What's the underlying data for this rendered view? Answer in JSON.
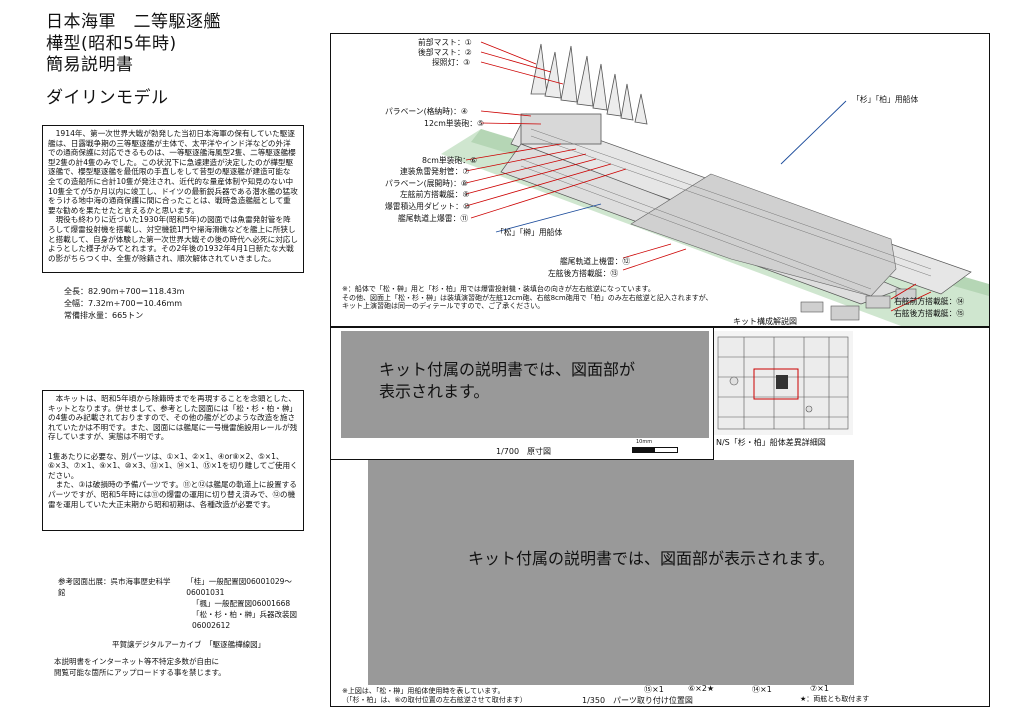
{
  "header": {
    "title_line1": "日本海軍　二等駆逐艦",
    "title_line2": "樺型(昭和5年時)",
    "title_line3": "簡易説明書",
    "brand": "ダイリンモデル"
  },
  "history_text": "　1914年、第一次世界大戦が勃発した当初日本海軍の保有していた駆逐艦は、日露戦争期の三等駆逐艦が主体で、太平洋やインド洋などの外洋での通商保護に対応できるものは、一等駆逐艦海風型2隻、二等駆逐艦櫻型2隻の計4隻のみでした。この状況下に急遽建造が決定したのが樺型駆逐艦で、櫻型駆逐艦を最低限の手直しをして昔型の駆逐艦が建造可能な全ての造船所に合計10隻が発注され、近代的な量産体制や知見のない中10隻全てが5か月以内に竣工し、ドイツの最新鋭兵器である潜水艦の猛攻をうける地中海の通商保護に間に合ったことは、戦時急造艦艇として重要な勧めを果たせたと言えるかと思います。\n　現役も終わりに近づいた1930年(昭和5年)の図面では魚雷発射管を降ろして爆雷投射機を搭載し、対空機銃1門や掃海滑礁などを艦上に所狭しと搭載して、自身が体験した第一次世界大戦その後の時代へ必死に対応しようとした様子がみてとれます。その2年後の1932年4月1日新たな大戦の影がちらつく中、全隻が除籍され、順次解体されていきました。",
  "specs": {
    "length": "全長：82.90m÷700＝118.43m",
    "beam": "全幅：7.32m÷700＝10.46mm",
    "displacement": "常備排水量：665トン"
  },
  "kit_text": "　本キットは、昭和5年頃から除籍時までを再現することを念頭とした、キットとなります。併せまして、参考とした図面には「松・杉・柏・榊」の4隻のみ記載されておりますので、その他の艦がどのような改造を施されていたかは不明です。また、図面には艦尾に一号機雷施設用レールが残存していますが、実態は不明です。\n\n1隻あたりに必要な、別パーツは、①×1、②×1、④or⑧×2、⑤×1、⑥×3、⑦×1、⑨×1、⑩×3、⑬×1、⑭×1、⑮×1を切り離してご使用ください。\n　また、③は破損時の予備パーツです。⑪と⑫は艦尾の軌道上に設置するパーツですが、昭和5年時には⑪の爆雷の運用に切り替え済みで、⑫の機雷を運用していた大正末期から昭和初期は、各種改造が必要です。",
  "references": {
    "label": "参考図面出展：呉市海事歴史科学館",
    "items": [
      "「桂」一般配置図06001029～06001031",
      "「楓」一般配置図06001668",
      "「松・杉・柏・榊」兵器改装図06002612"
    ],
    "archive": "平賀譲デジタルアーカイブ　「駆逐艦樺線図」"
  },
  "footer_note": "本説明書をインターネット等不特定多数が自由に\n閲覧可能な箇所にアップロードする事を禁じます。",
  "diagram": {
    "labels_left": [
      "前部マスト：①",
      "後部マスト：②",
      "探照灯：③",
      "パラベーン(格納時)：④",
      "12cm単装砲：⑤",
      "8cm単装砲：⑥",
      "連装魚雷発射管：⑦",
      "パラベーン(展開時)：⑧",
      "左舷前方搭載艇：⑨",
      "爆雷積込用ダビット：⑩",
      "艦尾軌道上爆雷：⑪"
    ],
    "label_hull_a": "「杉」「柏」用船体",
    "label_hull_b": "「松」「榊」用船体",
    "labels_right": [
      "艦尾軌道上機雷：⑫",
      "左舷後方搭載艇：⑬"
    ],
    "labels_br": [
      "右舷前方搭載艇：⑭",
      "右舷後方搭載艇：⑮"
    ],
    "note": "※：船体で「松・榊」用と「杉・柏」用では爆雷投射機・装填台の向きが左右舷逆になっています。\nその他、図面上「松・杉・榊」は装填演習砲が左舷12cm砲、右舷8cm砲用で「柏」のみ左右舷逆と記入されますが、\nキット上演習砲は同一のディテールですので、ご了承ください。",
    "caption": "キット構成解説図"
  },
  "middle": {
    "placeholder_msg": "キット付属の説明書では、図面部が\n表示されます。",
    "scale_caption": "1/700　原寸図",
    "scalebar_label": "10mm",
    "detail_caption": "N/S「杉・柏」船体差異詳細図"
  },
  "bottom": {
    "placeholder_msg": "キット付属の説明書では、図面部が表示されます。",
    "note": "※上図は、「松・榊」用船体使用時を表しています。\n（「杉・柏」は、⑥の取付位置の左右舷逆させて取付ます）",
    "caption": "1/350　パーツ取り付け位置図",
    "counts": [
      "⑮×1",
      "⑥×2★",
      "⑭×1",
      "⑦×1"
    ],
    "star_note": "★：両舷とも取付ます"
  }
}
